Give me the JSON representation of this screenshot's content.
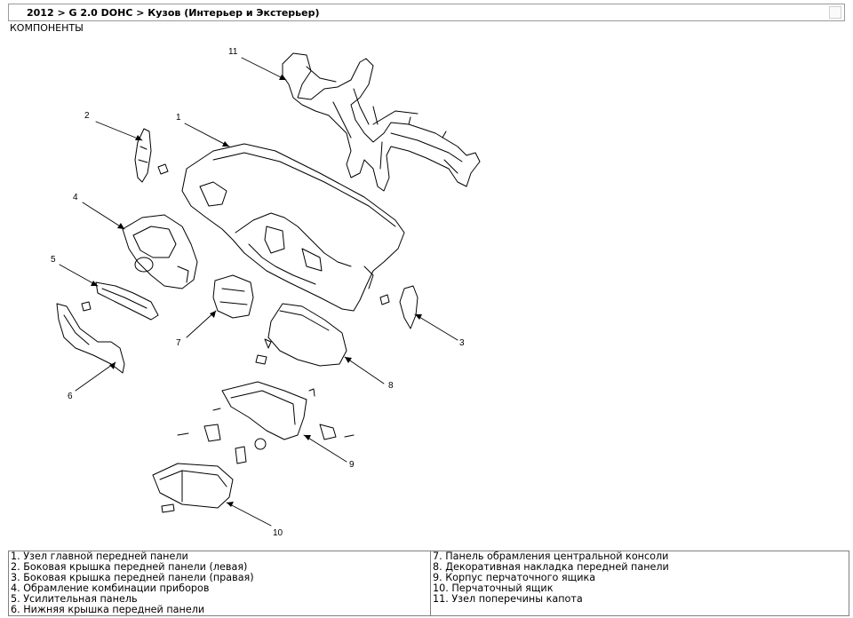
{
  "header": {
    "breadcrumb": "2012 > G 2.0 DOHC > Кузов (Интерьер и Экстерьер)"
  },
  "section_title": "КОМПОНЕНТЫ",
  "callouts": [
    "1",
    "2",
    "3",
    "4",
    "5",
    "6",
    "7",
    "8",
    "9",
    "10",
    "11"
  ],
  "legend": {
    "left": [
      "1. Узел главной передней панели",
      "2. Боковая крышка передней панели (левая)",
      "3. Боковая крышка передней панели (правая)",
      "4. Обрамление комбинации приборов",
      "5. Усилительная панель",
      "6. Нижняя крышка передней панели"
    ],
    "right": [
      "7. Панель обрамления центральной консоли",
      "8. Декоративная накладка передней панели",
      "9. Корпус перчаточного ящика",
      "10. Перчаточный ящик",
      "11. Узел поперечины капота"
    ]
  }
}
